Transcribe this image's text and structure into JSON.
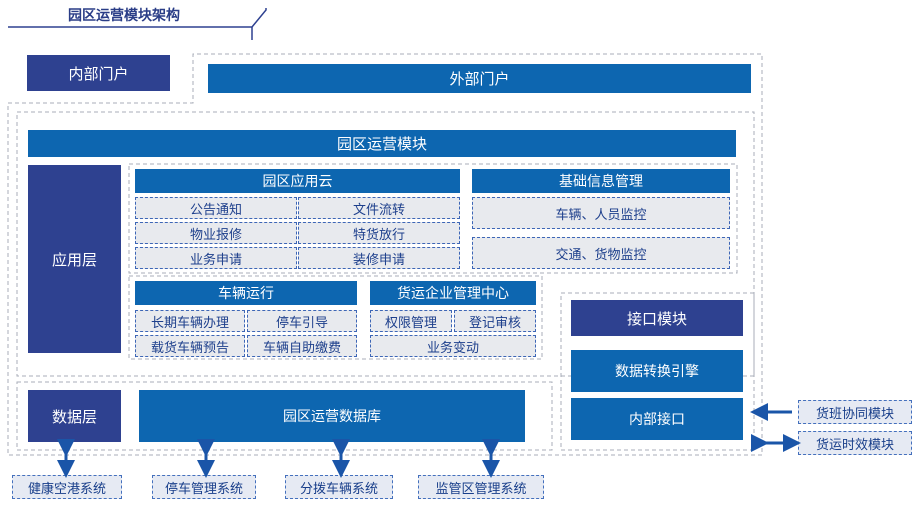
{
  "title": "园区运营模块架构",
  "internal_portal": "内部门户",
  "external_portal": "外部门户",
  "park_module": "园区运营模块",
  "app_layer": "应用层",
  "data_layer": "数据层",
  "park_cloud": {
    "title": "园区应用云",
    "items": [
      "公告通知",
      "文件流转",
      "物业报修",
      "特货放行",
      "业务申请",
      "装修申请"
    ]
  },
  "basic_info": {
    "title": "基础信息管理",
    "items": [
      "车辆、人员监控",
      "交通、货物监控"
    ]
  },
  "vehicle_ops": {
    "title": "车辆运行",
    "items": [
      "长期车辆办理",
      "停车引导",
      "载货车辆预告",
      "车辆自助缴费"
    ]
  },
  "freight_center": {
    "title": "货运企业管理中心",
    "items": [
      "权限管理",
      "登记审核",
      "业务变动"
    ]
  },
  "interface": {
    "title": "接口模块",
    "engine": "数据转换引擎",
    "internal": "内部接口"
  },
  "database": "园区运营数据库",
  "external_modules": [
    "货班协同模块",
    "货运时效模块"
  ],
  "bottom_systems": [
    "健康空港系统",
    "停车管理系统",
    "分拨车辆系统",
    "监管区管理系统"
  ],
  "colors": {
    "navy": "#2e4190",
    "blue": "#0d66b0",
    "grey": "#e8eaee"
  }
}
